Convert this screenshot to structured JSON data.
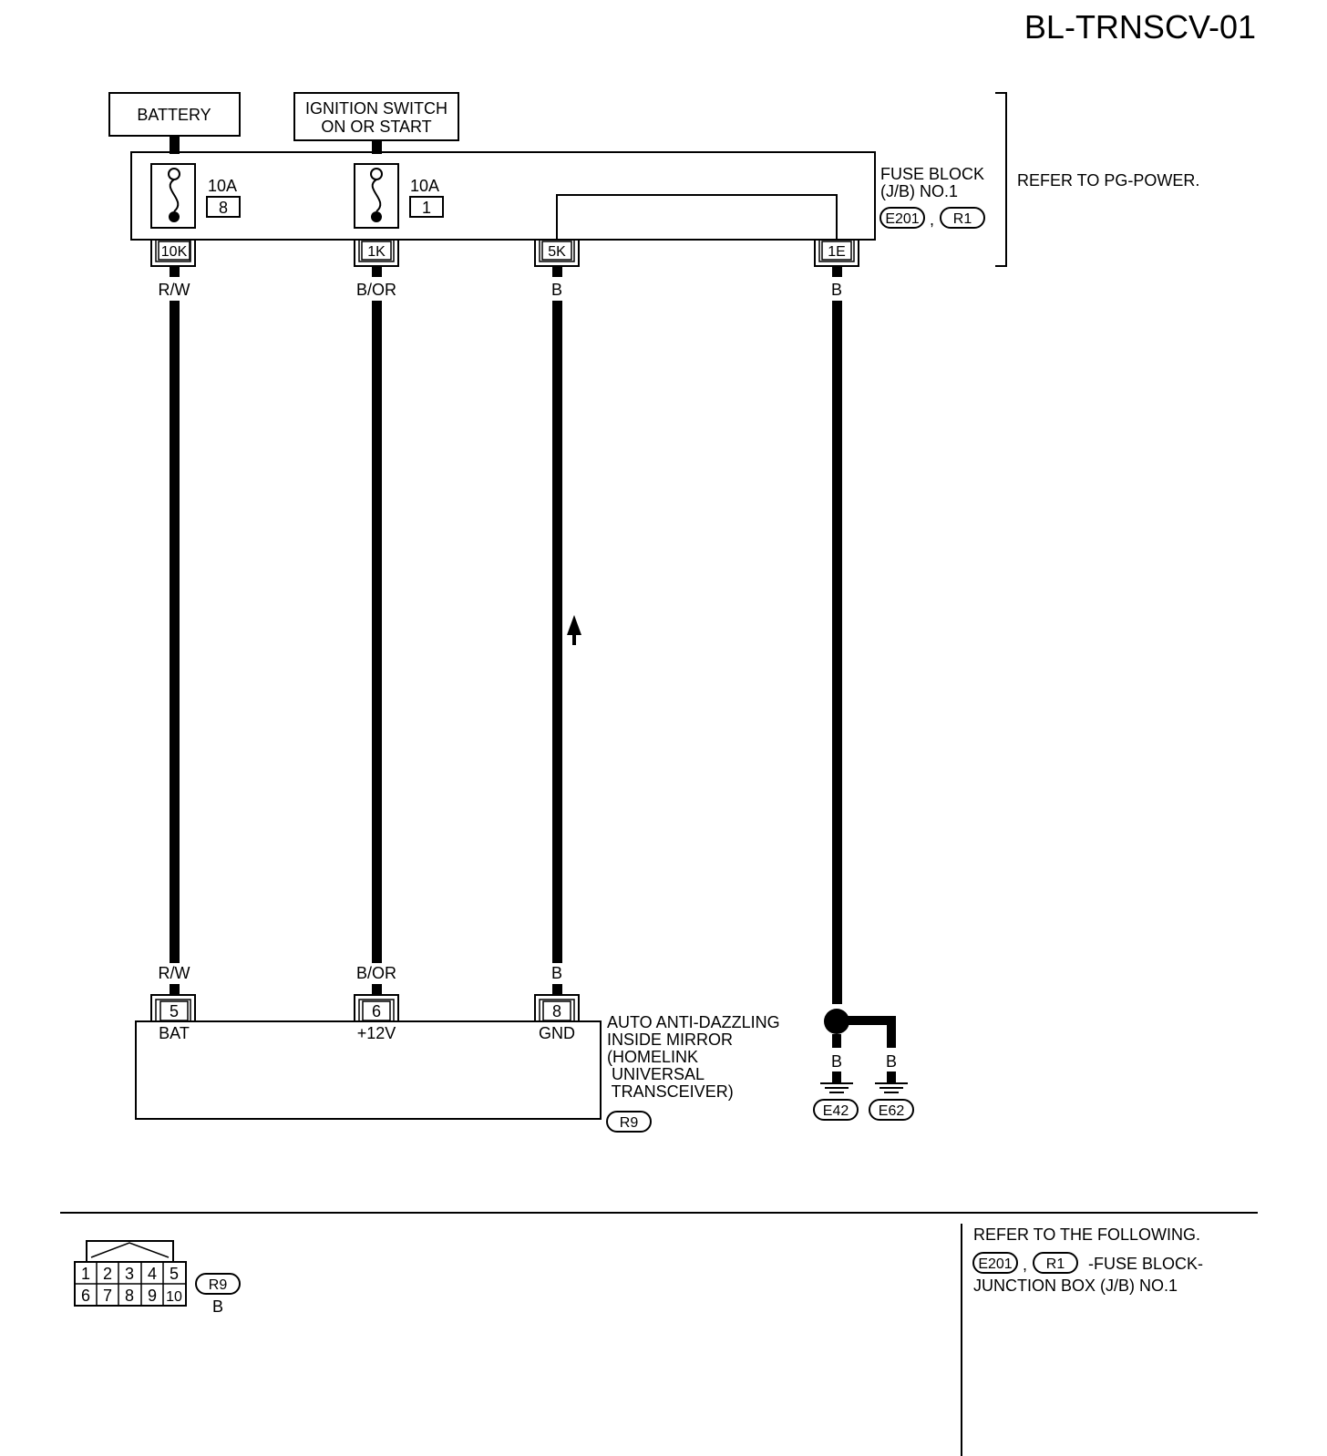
{
  "page_title": "BL-TRNSCV-01",
  "sources": {
    "battery": "BATTERY",
    "ignition_line1": "IGNITION SWITCH",
    "ignition_line2": "ON OR START"
  },
  "fuses": [
    {
      "amps": "10A",
      "number": "8"
    },
    {
      "amps": "10A",
      "number": "1"
    }
  ],
  "fuse_block": {
    "label_line1": "FUSE BLOCK",
    "label_line2": "(J/B) NO.1",
    "connector_a": "E201",
    "separator": ",",
    "connector_b": "R1",
    "refer_note": "REFER TO PG-POWER.",
    "terminals": [
      "10K",
      "1K",
      "5K",
      "1E"
    ]
  },
  "wires": {
    "top_colors": [
      "R/W",
      "B/OR",
      "B",
      "B"
    ],
    "bottom_colors": [
      "R/W",
      "B/OR",
      "B"
    ],
    "ground_colors": [
      "B",
      "B"
    ]
  },
  "mirror": {
    "pins": [
      "5",
      "6",
      "8"
    ],
    "pin_functions": [
      "BAT",
      "+12V",
      "GND"
    ],
    "label_lines": [
      "AUTO ANTI-DAZZLING",
      "INSIDE MIRROR",
      "(HOMELINK",
      " UNIVERSAL",
      " TRANSCEIVER)"
    ],
    "connector": "R9"
  },
  "grounds": [
    "E42",
    "E62"
  ],
  "connector_view": {
    "top_row": [
      "1",
      "2",
      "3",
      "4",
      "5"
    ],
    "bottom_row": [
      "6",
      "7",
      "8",
      "9",
      "10"
    ],
    "name": "R9",
    "color": "B"
  },
  "footer": {
    "refer_line": "REFER TO THE FOLLOWING.",
    "connector_a": "E201",
    "separator": ",",
    "connector_b": "R1",
    "desc_line1": "-FUSE BLOCK-",
    "desc_line2": "JUNCTION BOX (J/B) NO.1"
  }
}
